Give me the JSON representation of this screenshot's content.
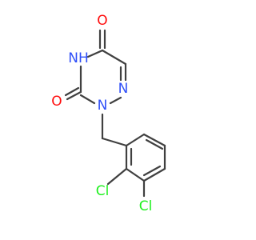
{
  "molecule": {
    "atom_labels": {
      "o_top": "O",
      "nh": "NH",
      "n_right": "N",
      "n_left": "N",
      "o_left": "O",
      "cl_1": "Cl",
      "cl_2": "Cl"
    },
    "colors": {
      "bond": "#404040",
      "oxygen": "#ff0d0d",
      "nitrogen": "#3050f8",
      "chlorine": "#1ff01f"
    }
  }
}
